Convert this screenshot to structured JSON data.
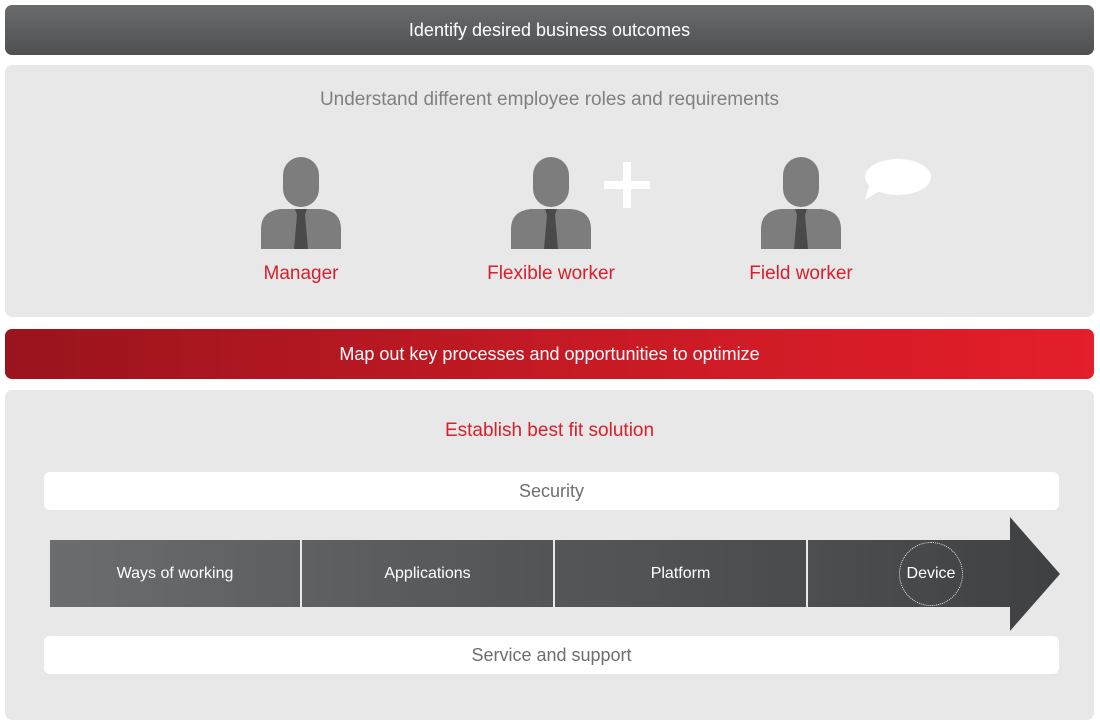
{
  "header": {
    "title": "Identify desired business outcomes"
  },
  "roles": {
    "title": "Understand different employee roles and requirements",
    "items": [
      {
        "label": "Manager",
        "extra_icon": ""
      },
      {
        "label": "Flexible worker",
        "extra_icon": "plus-icon"
      },
      {
        "label": "Field worker",
        "extra_icon": "speech-bubble-icon"
      }
    ]
  },
  "process": {
    "title": "Map out key processes and opportunities to optimize"
  },
  "solution": {
    "title": "Establish best fit solution",
    "top_layer": "Security",
    "bottom_layer": "Service and support",
    "stages": [
      "Ways of working",
      "Applications",
      "Platform",
      "Device"
    ]
  },
  "colors": {
    "accent_red": "#d8202d",
    "dark_gray": "#545557",
    "panel_gray": "#e8e8e8",
    "person_gray": "#7d7d7d"
  }
}
